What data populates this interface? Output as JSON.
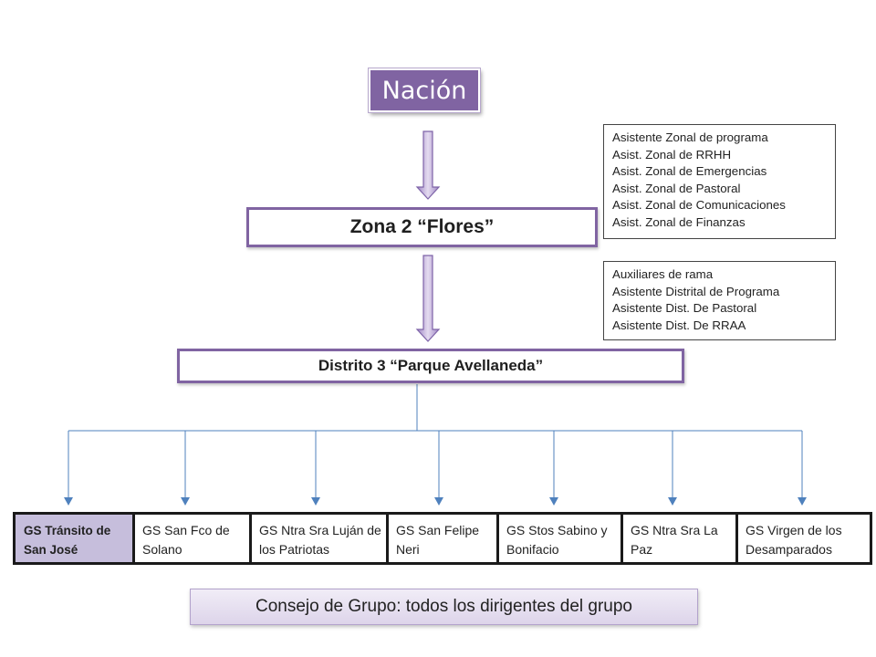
{
  "nacion": {
    "label": "Nación"
  },
  "zona": {
    "label": "Zona 2 “Flores”"
  },
  "distrito": {
    "label": "Distrito 3 “Parque Avellaneda”"
  },
  "asistentes_zonales": {
    "items": [
      "Asistente Zonal de programa",
      "Asist. Zonal de RRHH",
      "Asist. Zonal de Emergencias",
      "Asist. Zonal de Pastoral",
      "Asist. Zonal de Comunicaciones",
      "Asist. Zonal de Finanzas"
    ]
  },
  "auxiliares": {
    "items": [
      "Auxiliares de rama",
      "Asistente Distrital de Programa",
      "Asistente Dist. De Pastoral",
      "Asistente Dist. De RRAA"
    ]
  },
  "groups": [
    {
      "label": "GS Tránsito de San José"
    },
    {
      "label": "GS San Fco de Solano"
    },
    {
      "label": "GS Ntra Sra Luján de los Patriotas"
    },
    {
      "label": "GS San Felipe Neri"
    },
    {
      "label": "GS Stos Sabino y Bonifacio"
    },
    {
      "label": "GS Ntra Sra La Paz"
    },
    {
      "label": "GS Virgen de los Desamparados"
    }
  ],
  "consejo": {
    "label": "Consejo de Grupo: todos los dirigentes del grupo"
  },
  "colors": {
    "accent": "#8064a2",
    "arrow_fill": "#b9a4d6",
    "connector": "#4f81bd",
    "highlight": "#c6bedc"
  }
}
